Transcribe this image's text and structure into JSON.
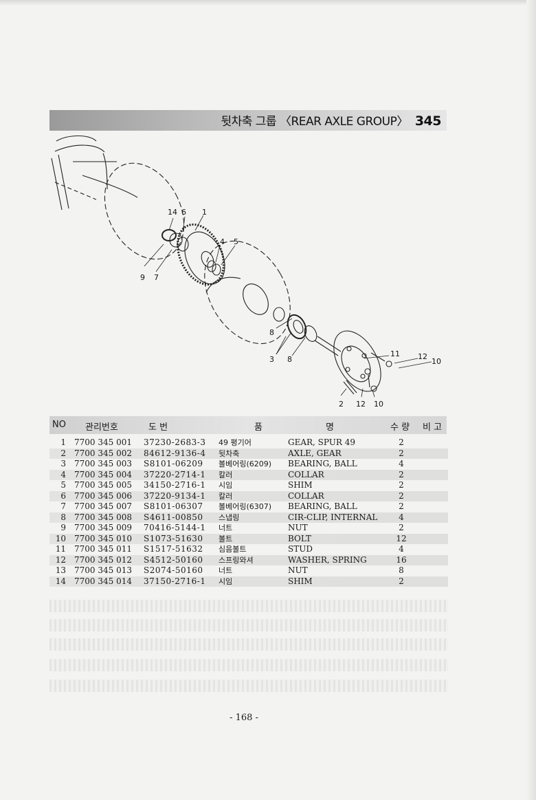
{
  "header": {
    "title": "뒷차축 그룹 〈REAR AXLE GROUP〉",
    "number": "345"
  },
  "callouts": [
    "14",
    "6",
    "1",
    "4",
    "5",
    "9",
    "7",
    "8",
    "3",
    "8",
    "11",
    "12",
    "10",
    "2",
    "12",
    "10"
  ],
  "table": {
    "headers": {
      "no": "NO",
      "mgmt": "관리번호",
      "drawing": "도  번",
      "part": "품",
      "name": "명",
      "qty": "수 량",
      "note": "비 고"
    },
    "rows": [
      {
        "no": "1",
        "mgmt": "7700 345  001",
        "drawing": "37230-2683-3",
        "kor": "49 평기어",
        "eng": "GEAR, SPUR 49",
        "qty": "2"
      },
      {
        "no": "2",
        "mgmt": "7700 345  002",
        "drawing": "84612-9136-4",
        "kor": "뒷차축",
        "eng": "AXLE, GEAR",
        "qty": "2"
      },
      {
        "no": "3",
        "mgmt": "7700 345  003",
        "drawing": "S8101-06209",
        "kor": "볼베어링(6209)",
        "eng": "BEARING, BALL",
        "qty": "4"
      },
      {
        "no": "4",
        "mgmt": "7700 345  004",
        "drawing": "37220-2714-1",
        "kor": "칼러",
        "eng": "COLLAR",
        "qty": "2"
      },
      {
        "no": "5",
        "mgmt": "7700 345  005",
        "drawing": "34150-2716-1",
        "kor": "시임",
        "eng": "SHIM",
        "qty": "2"
      },
      {
        "no": "6",
        "mgmt": "7700 345  006",
        "drawing": "37220-9134-1",
        "kor": "칼러",
        "eng": "COLLAR",
        "qty": "2"
      },
      {
        "no": "7",
        "mgmt": "7700 345  007",
        "drawing": "S8101-06307",
        "kor": "볼베어링(6307)",
        "eng": "BEARING, BALL",
        "qty": "2"
      },
      {
        "no": "8",
        "mgmt": "7700 345  008",
        "drawing": "S4611-00850",
        "kor": "스냅링",
        "eng": "CIR-CLIP, INTERNAL",
        "qty": "4"
      },
      {
        "no": "9",
        "mgmt": "7700 345  009",
        "drawing": "70416-5144-1",
        "kor": "너트",
        "eng": "NUT",
        "qty": "2"
      },
      {
        "no": "10",
        "mgmt": "7700 345  010",
        "drawing": "S1073-51630",
        "kor": "볼트",
        "eng": "BOLT",
        "qty": "12"
      },
      {
        "no": "11",
        "mgmt": "7700 345  011",
        "drawing": "S1517-51632",
        "kor": "심음볼트",
        "eng": "STUD",
        "qty": "4"
      },
      {
        "no": "12",
        "mgmt": "7700 345  012",
        "drawing": "S4512-50160",
        "kor": "스프링와셔",
        "eng": "WASHER, SPRING",
        "qty": "16"
      },
      {
        "no": "13",
        "mgmt": "7700 345  013",
        "drawing": "S2074-50160",
        "kor": "너트",
        "eng": "NUT",
        "qty": "8"
      },
      {
        "no": "14",
        "mgmt": "7700 345  014",
        "drawing": "37150-2716-1",
        "kor": "시임",
        "eng": "SHIM",
        "qty": "2"
      }
    ]
  },
  "page_number": "- 168 -"
}
